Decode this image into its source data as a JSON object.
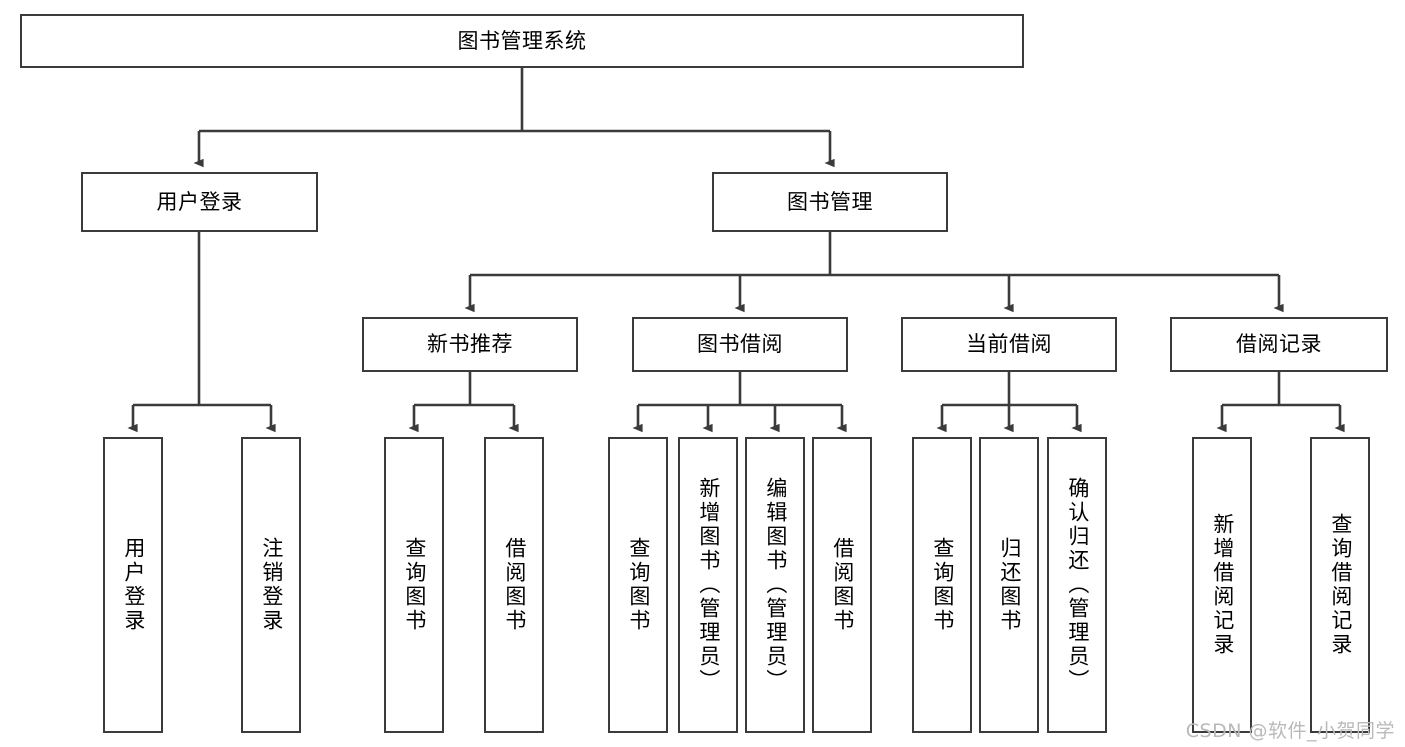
{
  "diagram": {
    "title": "图书管理系统",
    "watermark": "CSDN @软件_小贺同学",
    "type": "tree-hierarchy",
    "nodes": {
      "root": {
        "label": "图书管理系统"
      },
      "level2": [
        {
          "id": "user-login",
          "label": "用户登录"
        },
        {
          "id": "book-manage",
          "label": "图书管理"
        }
      ],
      "level3": [
        {
          "id": "new-book-recommend",
          "label": "新书推荐"
        },
        {
          "id": "book-borrow",
          "label": "图书借阅"
        },
        {
          "id": "current-borrow",
          "label": "当前借阅"
        },
        {
          "id": "borrow-record",
          "label": "借阅记录"
        }
      ],
      "leaves": [
        {
          "id": "leaf-user-login",
          "label": "用户登录",
          "parent": "user-login"
        },
        {
          "id": "leaf-logout-login",
          "label": "注销登录",
          "parent": "user-login"
        },
        {
          "id": "leaf-query-book-1",
          "label": "查询图书",
          "parent": "new-book-recommend"
        },
        {
          "id": "leaf-borrow-book-1",
          "label": "借阅图书",
          "parent": "new-book-recommend"
        },
        {
          "id": "leaf-query-book-2",
          "label": "查询图书",
          "parent": "book-borrow"
        },
        {
          "id": "leaf-add-book",
          "label": "新增图书（管理员）",
          "parent": "book-borrow"
        },
        {
          "id": "leaf-edit-book",
          "label": "编辑图书（管理员）",
          "parent": "book-borrow"
        },
        {
          "id": "leaf-borrow-book-2",
          "label": "借阅图书",
          "parent": "book-borrow"
        },
        {
          "id": "leaf-query-book-3",
          "label": "查询图书",
          "parent": "current-borrow"
        },
        {
          "id": "leaf-return-book",
          "label": "归还图书",
          "parent": "current-borrow"
        },
        {
          "id": "leaf-confirm-return",
          "label": "确认归还（管理员）",
          "parent": "current-borrow"
        },
        {
          "id": "leaf-add-record",
          "label": "新增借阅记录",
          "parent": "borrow-record"
        },
        {
          "id": "leaf-query-record",
          "label": "查询借阅记录",
          "parent": "borrow-record"
        }
      ]
    },
    "colors": {
      "border": "#3b3b3b",
      "background": "#ffffff",
      "text": "#000000",
      "watermark": "#b9b9b9"
    }
  }
}
